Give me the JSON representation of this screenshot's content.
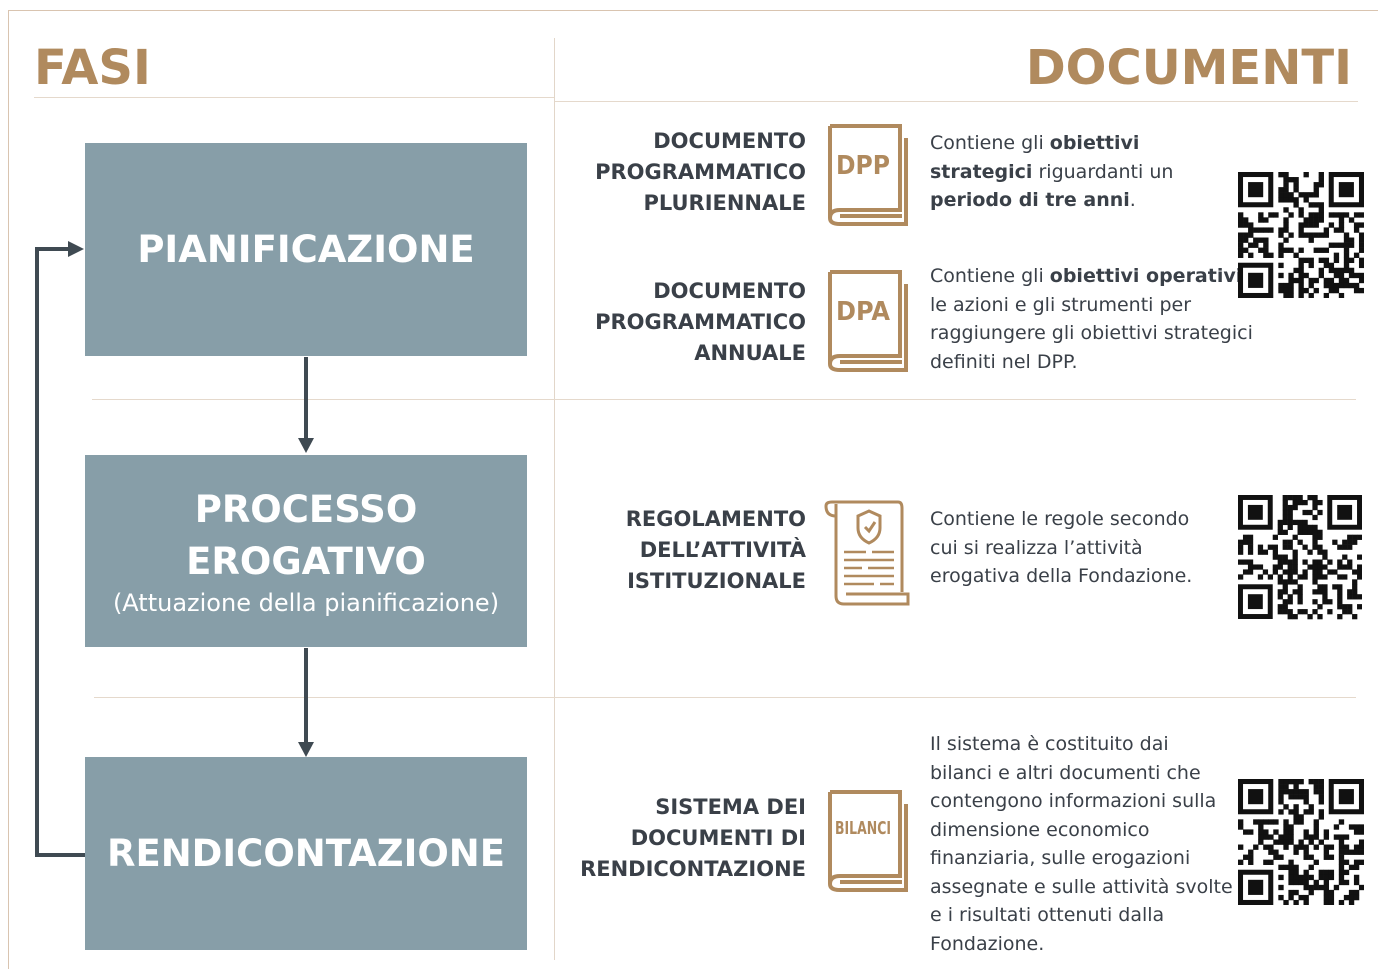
{
  "headers": {
    "left": "FASI",
    "right": "DOCUMENTI"
  },
  "colors": {
    "accent": "#b08a5e",
    "phase_box": "#879ea8",
    "arrow": "#3f4a52",
    "text": "#3a4048"
  },
  "phases": [
    {
      "title": "PIANIFICAZIONE"
    },
    {
      "title_line1": "PROCESSO",
      "title_line2": "EROGATIVO",
      "subtitle": "(Attuazione della pianificazione)"
    },
    {
      "title": "RENDICONTAZIONE"
    }
  ],
  "documents": [
    {
      "title_lines": [
        "DOCUMENTO",
        "PROGRAMMATICO",
        "PLURIENNALE"
      ],
      "icon": "book-icon",
      "icon_label": "DPP",
      "desc": [
        {
          "t": "Contiene gli ",
          "b": false
        },
        {
          "t": "obiettivi strategici",
          "b": true
        },
        {
          "t": " riguardanti un ",
          "b": false
        },
        {
          "t": "periodo di tre anni",
          "b": true
        },
        {
          "t": ".",
          "b": false
        }
      ]
    },
    {
      "title_lines": [
        "DOCUMENTO",
        "PROGRAMMATICO",
        "ANNUALE"
      ],
      "icon": "book-icon",
      "icon_label": "DPA",
      "desc": [
        {
          "t": "Contiene gli ",
          "b": false
        },
        {
          "t": "obiettivi operativi",
          "b": true
        },
        {
          "t": ", le azioni e gli strumenti per raggiungere gli obiettivi strategici definiti nel DPP.",
          "b": false
        }
      ]
    },
    {
      "title_lines": [
        "REGOLAMENTO",
        "DELL’ATTIVITÀ",
        "ISTITUZIONALE"
      ],
      "icon": "scroll-icon",
      "desc": [
        {
          "t": "Contiene le regole secondo cui si realizza l’attività erogativa della Fondazione.",
          "b": false
        }
      ]
    },
    {
      "title_lines": [
        "SISTEMA DEI",
        "DOCUMENTI DI",
        "RENDICONTAZIONE"
      ],
      "icon": "book-icon",
      "icon_label": "BILANCI",
      "desc": [
        {
          "t": "Il sistema è costituito dai bilanci e altri documenti che contengono informazioni sulla dimensione economico finanziaria, sulle erogazioni assegnate e sulle attività svolte e i risultati  ottenuti dalla Fondazione.",
          "b": false
        }
      ]
    }
  ]
}
